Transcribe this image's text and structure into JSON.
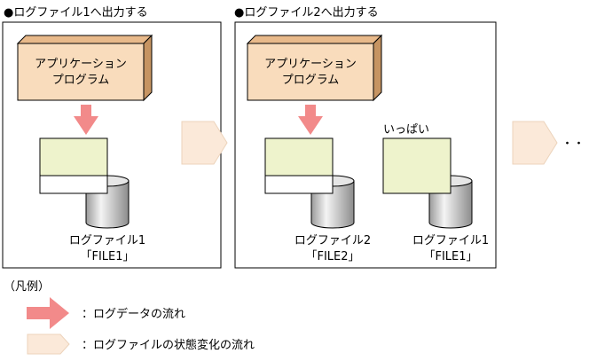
{
  "panels": [
    {
      "title": "●ログファイル1へ出力する",
      "app_label_line1": "アプリケーション",
      "app_label_line2": "プログラム",
      "files": [
        {
          "name": "ログファイル1",
          "id": "「FILE1」",
          "full": false
        }
      ]
    },
    {
      "title": "●ログファイル2へ出力する",
      "app_label_line1": "アプリケーション",
      "app_label_line2": "プログラム",
      "full_label": "いっぱい",
      "files": [
        {
          "name": "ログファイル2",
          "id": "「FILE2」",
          "full": false
        },
        {
          "name": "ログファイル1",
          "id": "「FILE1」",
          "full": true
        }
      ]
    }
  ],
  "continuation": "・・・",
  "legend": {
    "title": "（凡例）",
    "items": [
      {
        "label": "：ログデータの流れ",
        "symbol": "red-arrow"
      },
      {
        "label": "：ログファイルの状態変化の流れ",
        "symbol": "pentagon-arrow"
      }
    ]
  },
  "colors": {
    "app_box": "#f9dcbc",
    "app_box_side": "#d2a472",
    "log_arrow": "#f28a8a",
    "state_arrow": "#fbe9d9",
    "file_sheet": "#eef3cc",
    "cylinder": "#d8d8d8"
  }
}
